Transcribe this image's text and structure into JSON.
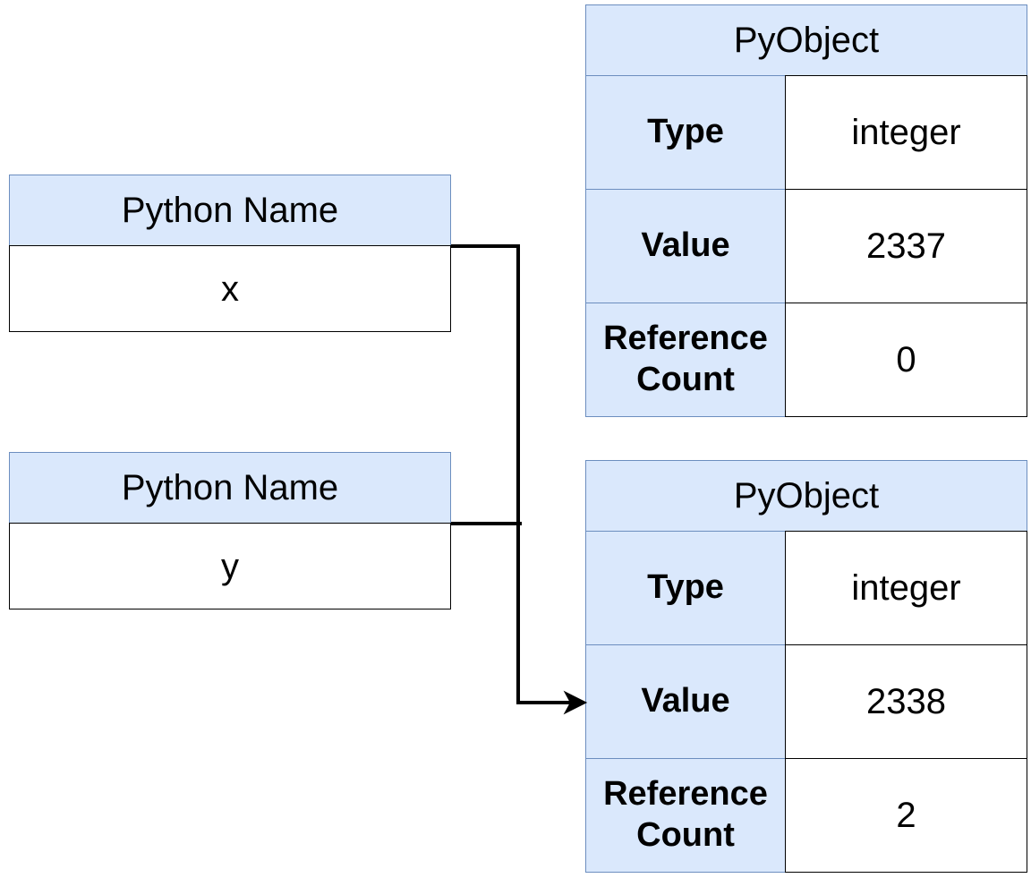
{
  "names": [
    {
      "header": "Python Name",
      "value": "x"
    },
    {
      "header": "Python Name",
      "value": "y"
    }
  ],
  "objects": [
    {
      "header": "PyObject",
      "rows": [
        {
          "key": "Type",
          "value": "integer"
        },
        {
          "key": "Value",
          "value": "2337"
        },
        {
          "key": "Reference Count",
          "value": "0"
        }
      ]
    },
    {
      "header": "PyObject",
      "rows": [
        {
          "key": "Type",
          "value": "integer"
        },
        {
          "key": "Value",
          "value": "2338"
        },
        {
          "key": "Reference Count",
          "value": "2"
        }
      ]
    }
  ],
  "colors": {
    "header_fill": "#dae8fc",
    "header_border": "#6c8ebf",
    "line": "#000000"
  }
}
